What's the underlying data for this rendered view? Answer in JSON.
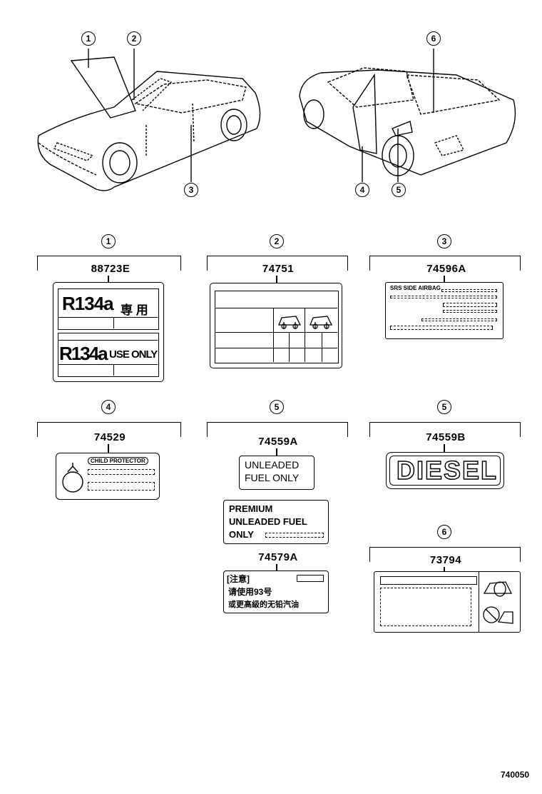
{
  "callouts": {
    "top": [
      "1",
      "2",
      "3",
      "4",
      "5",
      "6"
    ],
    "sections": [
      "1",
      "2",
      "3",
      "4",
      "5",
      "5",
      "6"
    ]
  },
  "parts": {
    "p1": "88723E",
    "p2": "74751",
    "p3": "74596A",
    "p4": "74529",
    "p5a": "74559A",
    "p5b": "74579A",
    "p5c": "74559B",
    "p6": "73794"
  },
  "labels": {
    "r134a_1": "R134a",
    "r134a_jp": "専 用",
    "r134a_2": "R134a",
    "use_only": "USE ONLY",
    "srs": "SRS SIDE AIRBAG",
    "child": "CHILD PROTECTOR",
    "unleaded_1": "UNLEADED",
    "unleaded_2": "FUEL ONLY",
    "premium_1": "PREMIUM",
    "premium_2": "UNLEADED FUEL",
    "premium_3": "ONLY",
    "cn_1": "[注意]",
    "cn_2": "请使用93号",
    "cn_3": "或更高級的无铅汽油",
    "diesel": "DIESEL"
  },
  "figure_id": "740050"
}
